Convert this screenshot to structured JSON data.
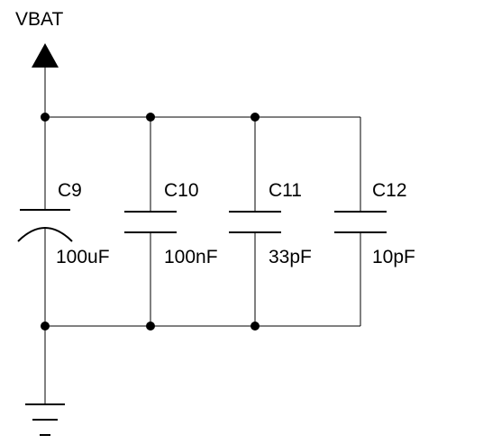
{
  "power_label": "VBAT",
  "capacitors": [
    {
      "ref": "C9",
      "value": "100uF",
      "polarized": true
    },
    {
      "ref": "C10",
      "value": "100nF",
      "polarized": false
    },
    {
      "ref": "C11",
      "value": "33pF",
      "polarized": false
    },
    {
      "ref": "C12",
      "value": "10pF",
      "polarized": false
    }
  ],
  "colors": {
    "line": "#000000",
    "background": "#ffffff"
  }
}
